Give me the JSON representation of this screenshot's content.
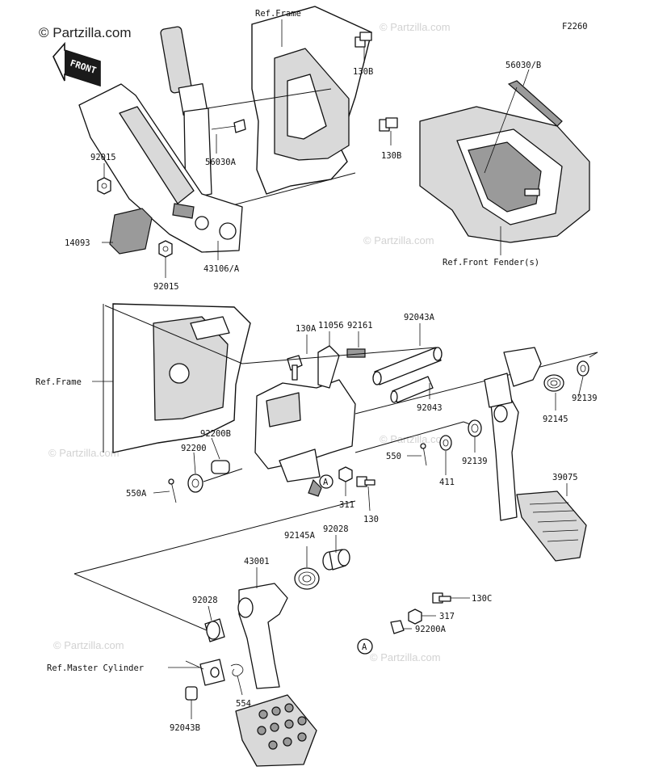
{
  "diagram_code": "F2260",
  "watermark_top": "© Partzilla.com",
  "watermark": "© Partzilla.com",
  "front_label": "FRONT",
  "ref_labels": {
    "frame_top": "Ref.Frame",
    "frame_left": "Ref.Frame",
    "front_fender": "Ref.Front Fender(s)",
    "master_cylinder": "Ref.Master Cylinder"
  },
  "callout_marker": "A",
  "parts": {
    "p130B_1": "130B",
    "p130B_2": "130B",
    "p56030B": "56030/B",
    "p92015_1": "92015",
    "p92015_2": "92015",
    "p56030A": "56030A",
    "p14093": "14093",
    "p43106A": "43106/A",
    "p130A": "130A",
    "p11056": "11056",
    "p92161": "92161",
    "p92043A": "92043A",
    "p92043": "92043",
    "p92139_1": "92139",
    "p92139_2": "92139",
    "p92145": "92145",
    "p92200B": "92200B",
    "p92200": "92200",
    "p550A": "550A",
    "p550": "550",
    "p411": "411",
    "p311": "311",
    "p130": "130",
    "p39075": "39075",
    "p92145A": "92145A",
    "p92028_1": "92028",
    "p92028_2": "92028",
    "p43001": "43001",
    "p130C": "130C",
    "p317": "317",
    "p92200A": "92200A",
    "p554": "554",
    "p92043B": "92043B"
  }
}
